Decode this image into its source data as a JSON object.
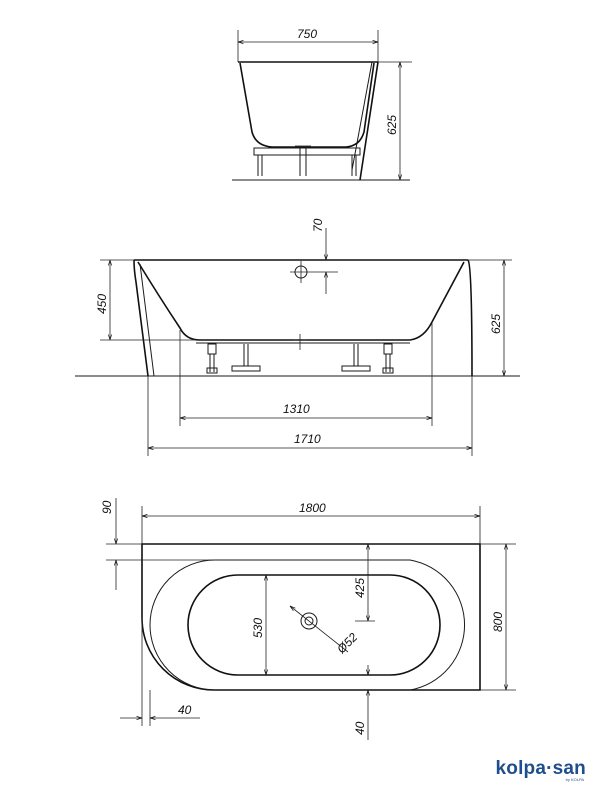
{
  "drawing": {
    "views": {
      "side": {
        "width_dim": "750",
        "height_dim": "625"
      },
      "front": {
        "overflow_dim": "70",
        "rim_depth_dim": "450",
        "height_dim": "625",
        "inner_length_dim": "1310",
        "base_length_dim": "1710"
      },
      "top": {
        "rim_dim": "90",
        "length_dim": "1800",
        "basin_offset_dim": "425",
        "basin_width_dim": "530",
        "width_dim": "800",
        "drain_dim": "Ø52",
        "left_offset_dim": "40",
        "bottom_offset_dim": "40"
      }
    }
  },
  "brand": {
    "name": "kolpa·san",
    "sub": "by KOLPA"
  },
  "colors": {
    "line": "#1a1a1a",
    "brand": "#1f4e8c"
  }
}
